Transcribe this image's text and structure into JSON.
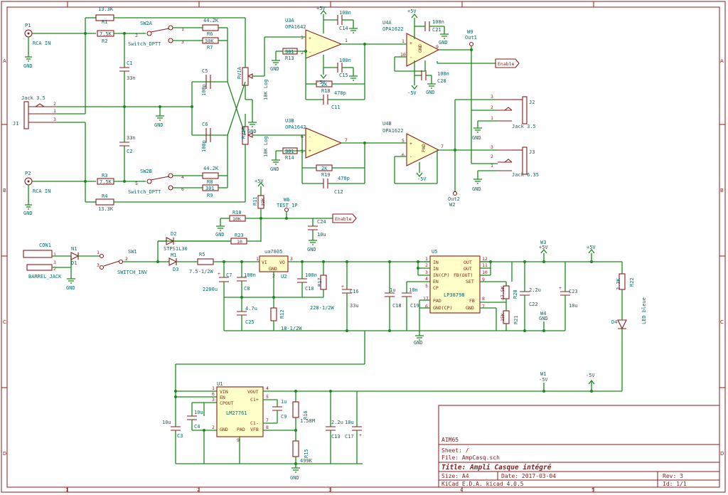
{
  "title_block": {
    "company": "AIM65",
    "sheet": "Sheet: /",
    "file": "File: AmpCasq.sch",
    "title": "Title: Ampli Casque intégré",
    "size": "Size: A4",
    "date": "Date: 2017-03-04",
    "rev": "Rev: 3",
    "tool": "KiCad E.D.A.  kicad 4.0.5",
    "id": "Id: 1/1"
  },
  "border": {
    "cols": [
      "1",
      "2",
      "3",
      "4",
      "5"
    ],
    "rows": [
      "A",
      "B",
      "C",
      "D"
    ]
  },
  "input_stage": {
    "p1": "P1",
    "p1_label": "RCA IN",
    "p2": "P2",
    "p2_label": "RCA IN",
    "j1": "J1",
    "jack35": "Jack 3.5",
    "r1": "R1",
    "r1_val": "13.3K",
    "r2": "R2",
    "r2_val": "7.5K",
    "r3": "R3",
    "r3_val": "7.5K",
    "r4": "R4",
    "r4_val": "13.3K",
    "c1": "C1",
    "c1_val": "33n",
    "c2": "C2",
    "c2_val": "33n",
    "sw2a": "SW2A",
    "sw2a_sub": "Switch_DPTT",
    "sw2b": "SW2B",
    "sw2b_sub": "Switch_DPTT",
    "r6": "R6",
    "r6_val": "44.2K",
    "r7": "R7",
    "r7_val": "30K",
    "r8": "R8",
    "r8_val": "44.2K",
    "r9": "R9",
    "r9_val": "301",
    "c5": "C5",
    "c5_val": "100p",
    "c6": "C6",
    "c6_val": "100p",
    "rv1a": "RV1A",
    "rv1a_val": "10K Log",
    "rv1b": "RV1B",
    "rv1b_val": "10K Log",
    "gnd": "GND"
  },
  "opamp_stage": {
    "u3a": "U3A",
    "u3a_part": "OPA1642",
    "u3b": "U3B",
    "u3b_part": "OPA1642",
    "r13": "R13",
    "r13_val": "301",
    "r14": "R14",
    "r14_val": "301",
    "r18": "R18",
    "r18_val": "2K",
    "r19": "R19",
    "r19_val": "2K",
    "c11": "C11",
    "c11_val": "470p",
    "c12": "C12",
    "c12_val": "470p",
    "c14": "C14",
    "c14_val": "100n",
    "c15": "C15",
    "c15_val": "100n",
    "p5v": "+5V",
    "m5v": "-5V"
  },
  "buffer_stage": {
    "u4a": "U4A",
    "u4a_part": "OPA1622",
    "u4b": "U4B",
    "u4b_part": "OPA1622",
    "c21": "C21",
    "c21_val": "100n",
    "c20": "C20",
    "c20_val": "100n",
    "w9": "W9",
    "w9_label": "Out1",
    "w2": "W2",
    "w2_label": "Out2",
    "enable": "Enable",
    "j2": "J2",
    "j2_label": "Jack 3.5",
    "j3": "J3",
    "j3_label": "Jack 6.35"
  },
  "power_stage": {
    "con1": "CON1",
    "barrel": "BARREL_JACK",
    "n1": "N1",
    "d1": "D1",
    "sw1": "SW1",
    "sw1_sub": "SWITCH_INV",
    "d2": "D2",
    "d2_part": "STPS1L30",
    "m1": "M1",
    "d3": "D3",
    "r5": "R5",
    "r5_val": "7.5-1/2W",
    "r10": "R10",
    "r10_val": "10K",
    "r11": "R11",
    "r11_val": "39K",
    "r23": "R23",
    "r23_val": "10",
    "w6": "W6",
    "w6_label": "TEST_1P",
    "c24": "C24",
    "c24_val": "10u",
    "c7": "C7",
    "c7_val": "2200u",
    "c8": "C8",
    "c8_val": "100n",
    "c25": "C25",
    "c25_val": "4.7u",
    "u2": "ua7805",
    "u2_ref": "U2",
    "r12": "R12",
    "r12_val": "18-1/2W",
    "c10": "C10",
    "c10_val": "100n",
    "r17": "R17",
    "r17_val": "220-1/2W",
    "c16": "C16",
    "c16_val": "33u",
    "c18": "C18",
    "c18_val": "1u",
    "c19": "C19",
    "c19_val": "10n",
    "u5": "U5",
    "u5_part": "LP38798",
    "r20": "R20",
    "r20_val": "47.5K",
    "r21": "R21",
    "r21_val": "15K",
    "c22": "C22",
    "c22_val": "2.2u",
    "c23": "C23",
    "c23_val": "10u",
    "w3": "W3",
    "w3_val": "+5V",
    "w4": "W4",
    "w4_val": "GND",
    "r22": "R22",
    "r22_val": "3.3K",
    "d4": "D4",
    "d4_val": "LED bleue",
    "u5_pins": [
      "IN",
      "IN",
      "IN(CP)",
      "EN",
      "CP",
      "PAD",
      "GND(CP)",
      "OUT",
      "OUT",
      "FB(OUT)",
      "SET",
      "FB",
      "GND"
    ]
  },
  "neg_stage": {
    "u1": "U1",
    "u1_part": "LM27761",
    "u1_pins": [
      "VIN",
      "EN",
      "CPOUT",
      "GND",
      "VOUT",
      "C1+",
      "C1-",
      "VFB",
      "PAD"
    ],
    "c3": "C3",
    "c3_val": "10u",
    "c4": "C4",
    "c4_val": "10u",
    "c9": "C9",
    "c9_val": "1u",
    "r16": "R16",
    "r16_val": "1.58M",
    "r15": "R15",
    "r15_val": "499K",
    "c13": "C13",
    "c13_val": "2.2u",
    "c17": "C17",
    "c17_val": "10u",
    "w1": "W1",
    "w1_val": "-5V",
    "m5v": "-5V"
  }
}
